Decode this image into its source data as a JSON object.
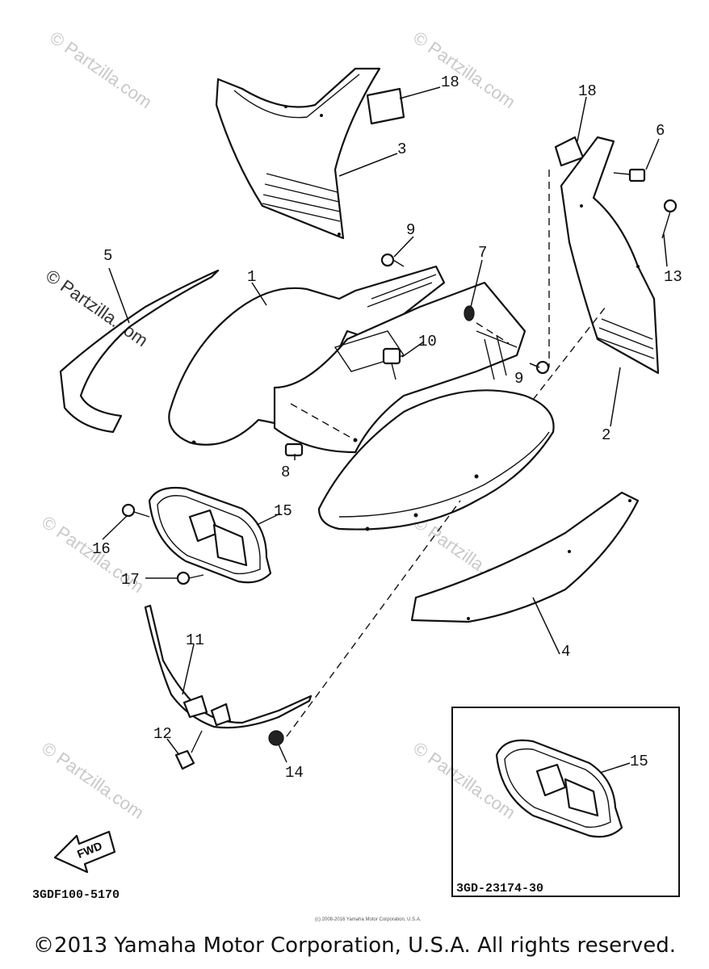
{
  "callouts": {
    "c1": "1",
    "c2": "2",
    "c3": "3",
    "c4": "4",
    "c5": "5",
    "c6": "6",
    "c7": "7",
    "c8": "8",
    "c9a": "9",
    "c9b": "9",
    "c10": "10",
    "c11": "11",
    "c12": "12",
    "c13": "13",
    "c14": "14",
    "c15a": "15",
    "c15b": "15",
    "c16": "16",
    "c17": "17",
    "c18a": "18",
    "c18b": "18"
  },
  "diagram_code": "3GDF100-5170",
  "inset_code": "3GD-23174-30",
  "fwd_label": "FWD",
  "watermark": "© Partzilla.com",
  "small_note": "(c) 2008-2016 Yamaha Motor Corporation, U.S.A.",
  "copyright": "©2013 Yamaha Motor Corporation, U.S.A. All rights reserved."
}
